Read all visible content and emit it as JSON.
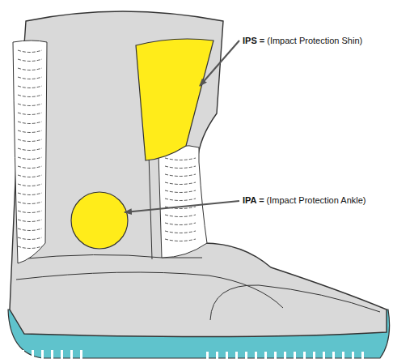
{
  "diagram": {
    "labels": [
      "IPS =",
      "(Impact Protection Shin)",
      "IPA =",
      "(Impact Protection Ankle)"
    ]
  }
}
